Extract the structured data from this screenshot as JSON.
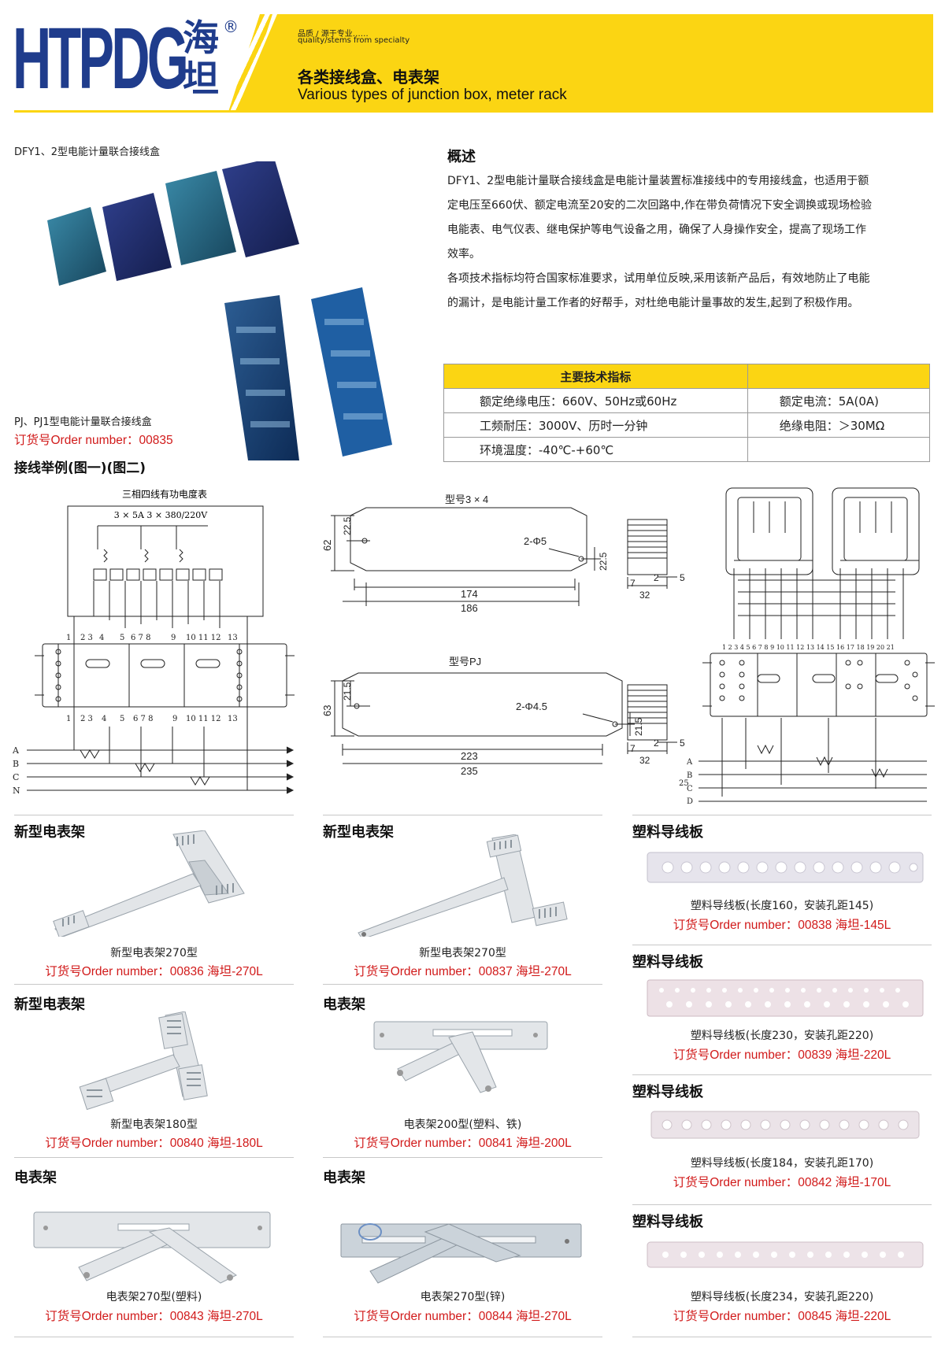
{
  "header": {
    "logo_text": "HTPDG",
    "logo_cn_1": "海",
    "logo_cn_2": "坦",
    "reg": "®",
    "slogan_cn": "品质 / 源于专业……",
    "slogan_en": "quality/stems from specialty",
    "title_cn": "各类接线盒、电表架",
    "title_en": "Various types of junction box, meter rack"
  },
  "top": {
    "label1": "DFY1、2型电能计量联合接线盒",
    "label2": "PJ、PJ1型电能计量联合接线盒",
    "order": "订货号Order number：00835",
    "wiring_title": "接线举例(图一)(图二)"
  },
  "overview": {
    "title": "概述",
    "p1_l1": "DFY1、2型电能计量联合接线盒是电能计量装置标准接线中的专用接线盒，也适用于额",
    "p1_l2": "定电压至660伏、额定电流至20安的二次回路中,作在带负荷情况下安全调换或现场检验",
    "p1_l3": "电能表、电气仪表、继电保护等电气设备之用，确保了人身操作安全，提高了现场工作",
    "p1_l4": "效率。",
    "p2_l1": "各项技术指标均符合国家标准要求，试用单位反映,采用该新产品后，有效地防止了电能",
    "p2_l2": "的漏计，是电能计量工作者的好帮手，对杜绝电能计量事故的发生,起到了积极作用。"
  },
  "specs": {
    "header": "主要技术指标",
    "r1c1": "额定绝缘电压：660V、50Hz或60Hz",
    "r1c2": "额定电流：5A(0A)",
    "r2c1": "工频耐压：3000V、历时一分钟",
    "r2c2": "绝缘电阻：＞30MΩ",
    "r3c1": "环境温度：-40℃-+60℃"
  },
  "diagram1": {
    "title": "三相四线有功电度表",
    "rating": "3 × 5A    3 × 380/220V",
    "top_nums": [
      "1",
      "2",
      "3",
      "4",
      "5",
      "6",
      "7",
      "8",
      "9",
      "10",
      "11",
      "12",
      "13"
    ],
    "lines": [
      "A",
      "B",
      "C",
      "N"
    ]
  },
  "dims": {
    "m1_title": "型号3 × 4",
    "m1_h": "62",
    "m1_h2": "22.5",
    "m1_hole": "2-Φ5",
    "m1_h3": "22.5",
    "m1_w1": "174",
    "m1_w2": "186",
    "m2_title": "型号PJ",
    "m2_h": "63",
    "m2_h2": "21.5",
    "m2_hole": "2-Φ4.5",
    "m2_h3": "21.5",
    "m2_w1": "223",
    "m2_w2": "235",
    "s_7": "7",
    "s_2": "2",
    "s_5": "5",
    "s_32": "32"
  },
  "diagram2": {
    "nums": "1 2 3  4 5  6  7 8 9  10 11 12 13 14 15 16 17 18 19 20 21",
    "lines": [
      "A",
      "B",
      "C",
      "D"
    ],
    "extra": "25"
  },
  "products": {
    "p1": {
      "title": "新型电表架",
      "caption": "新型电表架270型",
      "order": "订货号Order number：00836   海坦-270L"
    },
    "p2": {
      "title": "新型电表架",
      "caption": "新型电表架270型",
      "order": "订货号Order number：00837   海坦-270L"
    },
    "p3": {
      "title": "新型电表架",
      "caption": "新型电表架180型",
      "order": "订货号Order number：00840   海坦-180L"
    },
    "p4": {
      "title": "电表架",
      "caption": "电表架200型(塑料、铁)",
      "order": "订货号Order number：00841   海坦-200L"
    },
    "p5": {
      "title": "电表架",
      "caption": "电表架270型(塑料)",
      "order": "订货号Order number：00843   海坦-270L"
    },
    "p6": {
      "title": "电表架",
      "caption": "电表架270型(锌)",
      "order": "订货号Order number：00844   海坦-270L"
    },
    "b1": {
      "title": "塑料导线板",
      "caption": "塑料导线板(长度160，安装孔距145)",
      "order": "订货号Order number：00838   海坦-145L"
    },
    "b2": {
      "title": "塑料导线板",
      "caption": "塑料导线板(长度230，安装孔距220)",
      "order": "订货号Order number：00839   海坦-220L"
    },
    "b3": {
      "title": "塑料导线板",
      "caption": "塑料导线板(长度184，安装孔距170)",
      "order": "订货号Order number：00842   海坦-170L"
    },
    "b4": {
      "title": "塑料导线板",
      "caption": "塑料导线板(长度234，安装孔距220)",
      "order": "订货号Order number：00845   海坦-220L"
    }
  },
  "colors": {
    "brand_blue": "#1f3c8c",
    "accent_yellow": "#fbd513",
    "order_red": "#d11a1a"
  }
}
